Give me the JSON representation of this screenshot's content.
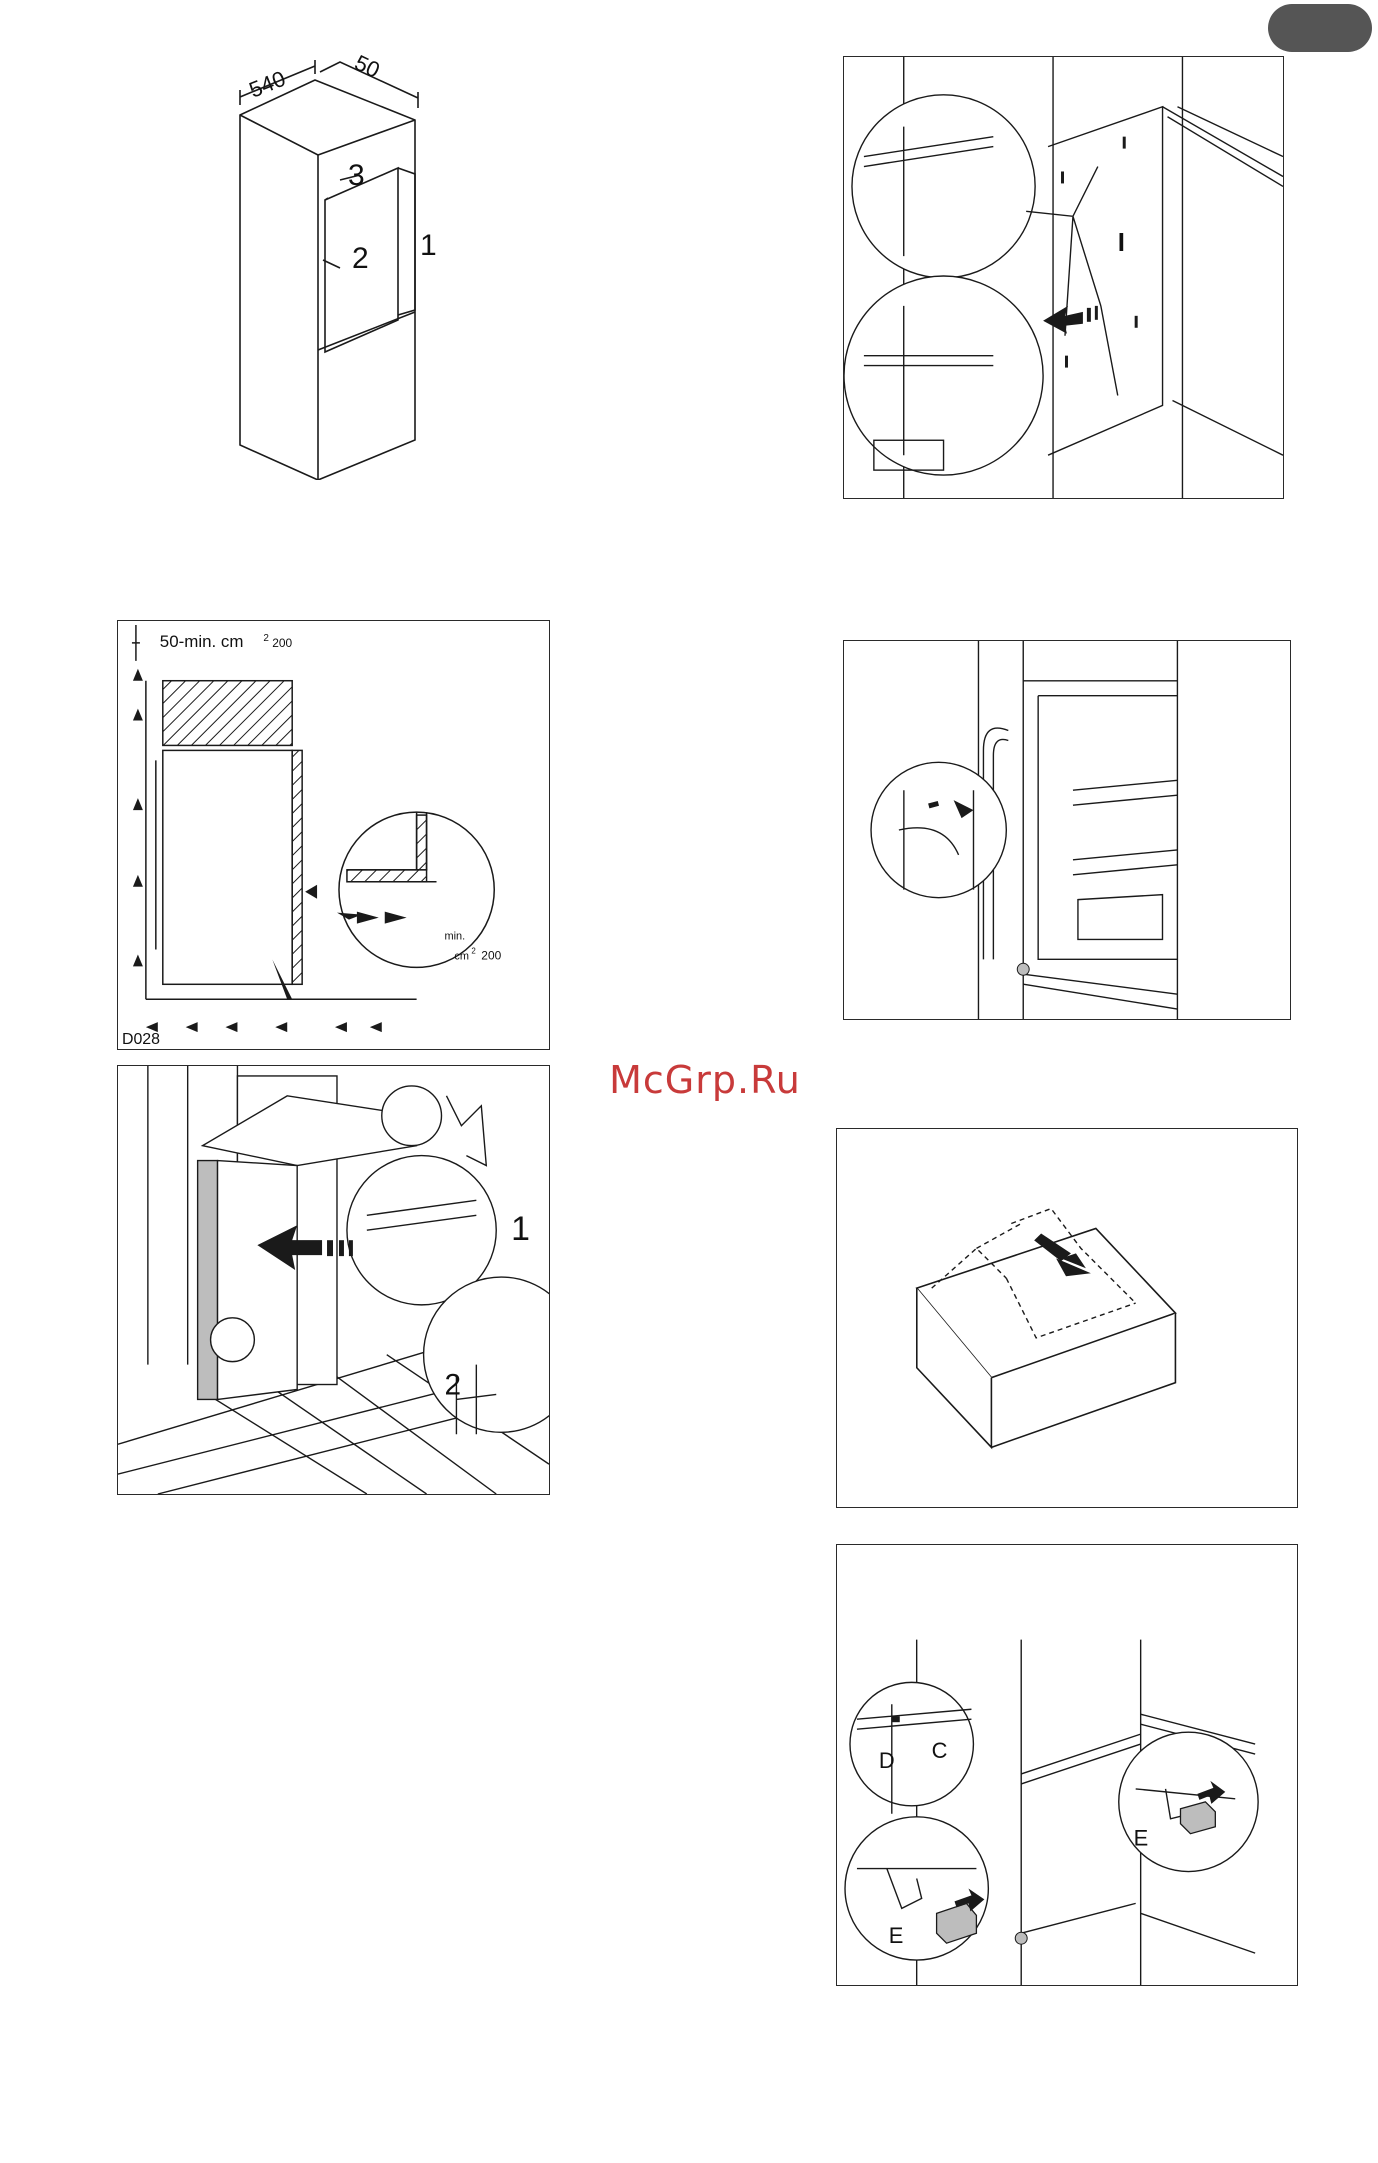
{
  "watermark": "McGrp.Ru",
  "fig_dimensions": {
    "depth_label": "540",
    "width_label": "50",
    "callout_1": "1",
    "callout_2": "2",
    "callout_3": "3"
  },
  "fig_ventilation": {
    "top_label": "50-min. cm",
    "top_sup": "2",
    "top_value": "200",
    "min_label": "min.",
    "bottom_unit": "cm",
    "bottom_sup": "2",
    "bottom_value": "200",
    "code": "D028"
  },
  "fig_insert": {
    "callout_1": "1",
    "callout_2": "2"
  },
  "fig_screws": {
    "callout": "I"
  },
  "fig_hinge": {
    "label_c": "C",
    "label_d": "D",
    "label_e_left": "E",
    "label_e_right": "E"
  },
  "colors": {
    "watermark": "#c83a3a",
    "tab": "#555555",
    "line": "#1a1a1a"
  }
}
